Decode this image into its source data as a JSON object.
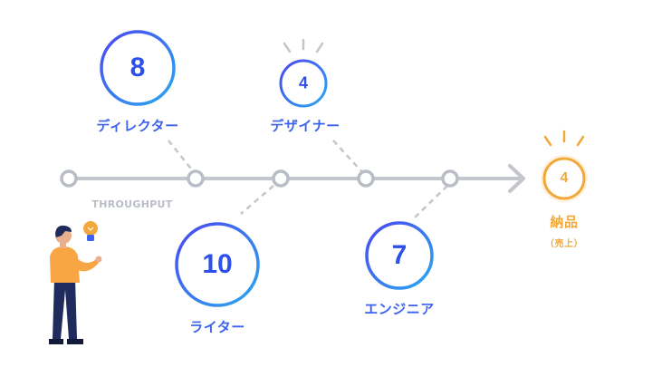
{
  "stages": [
    {
      "key": "director",
      "label": "ディレクター",
      "value": "8"
    },
    {
      "key": "designer",
      "label": "デザイナー",
      "value": "4"
    },
    {
      "key": "writer",
      "label": "ライター",
      "value": "10"
    },
    {
      "key": "engineer",
      "label": "エンジニア",
      "value": "7"
    }
  ],
  "output": {
    "label": "納品",
    "sub": "（売上）",
    "value": "4"
  },
  "throughput_label": "THROUGHPUT",
  "colors": {
    "ring_start": "#4a47f0",
    "ring_end": "#2aa8f0",
    "line": "#c3c6cd",
    "output": "#f2a93b",
    "text_blue": "#3d63ee"
  }
}
